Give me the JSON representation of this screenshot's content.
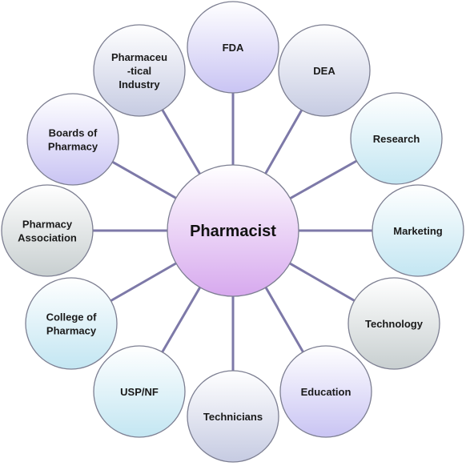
{
  "center": {
    "label": "Pharmacist",
    "color": "#d7a9ee"
  },
  "nodes": [
    {
      "id": "fda",
      "lines": [
        "FDA"
      ],
      "color": "#c9c4f3"
    },
    {
      "id": "dea",
      "lines": [
        "DEA"
      ],
      "color": "#c6cbe2"
    },
    {
      "id": "research",
      "lines": [
        "Research"
      ],
      "color": "#c3e6f2"
    },
    {
      "id": "marketing",
      "lines": [
        "Marketing"
      ],
      "color": "#c3e6f2"
    },
    {
      "id": "technology",
      "lines": [
        "Technology"
      ],
      "color": "#c8cfd0"
    },
    {
      "id": "education",
      "lines": [
        "Education"
      ],
      "color": "#c9c4f3"
    },
    {
      "id": "technicians",
      "lines": [
        "Technicians"
      ],
      "color": "#c6cbe2"
    },
    {
      "id": "usp-nf",
      "lines": [
        "USP/NF"
      ],
      "color": "#c3e6f2"
    },
    {
      "id": "college-of-pharmacy",
      "lines": [
        "College of",
        "Pharmacy"
      ],
      "color": "#c3e6f2"
    },
    {
      "id": "pharmacy-association",
      "lines": [
        "Pharmacy",
        "Association"
      ],
      "color": "#c8cfd0"
    },
    {
      "id": "boards-of-pharmacy",
      "lines": [
        "Boards of",
        "Pharmacy"
      ],
      "color": "#c9c4f3"
    },
    {
      "id": "pharmaceutical-industry",
      "lines": [
        "Pharmaceu",
        "-tical",
        "Industry"
      ],
      "color": "#c6cbe2"
    }
  ]
}
